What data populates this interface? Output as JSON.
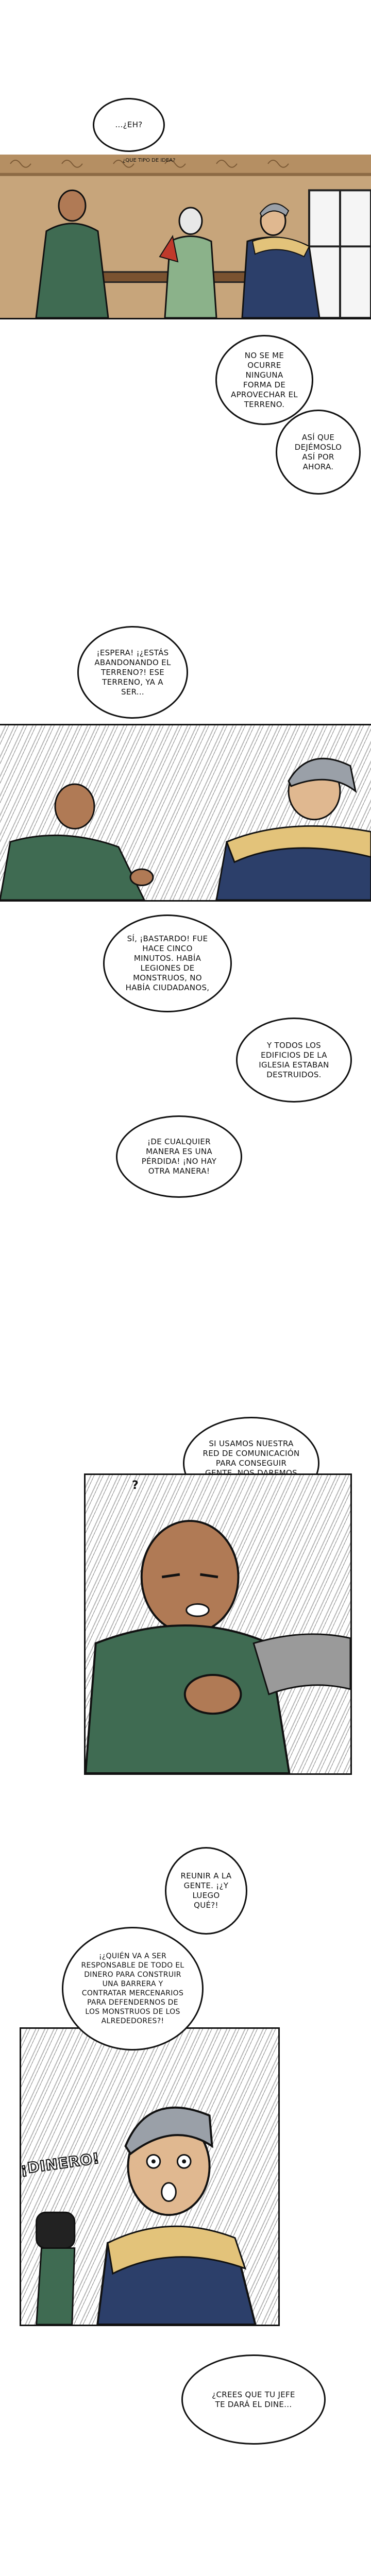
{
  "bubbles": {
    "b1": "...¿EH?",
    "b1_small": "¿QUE TIPO DE IDEA?",
    "b2": "NO SE ME OCURRE NINGUNA FORMA DE APROVECHAR EL TERRENO.",
    "b3": "ASÍ QUE DEJÉMOSLO ASÍ POR AHORA.",
    "b4": "¡ESPERA! ¡¿ESTÁS ABANDONANDO EL TERRENO?! ESE TERRENO, YA A SER...",
    "b5": "SÍ, ¡BASTARDO! FUE HACE CINCO MINUTOS. HABÍA LEGIONES DE MONSTRUOS, NO HABÍA CIUDADANOS,",
    "b6": "Y TODOS LOS EDIFICIOS DE LA IGLESIA ESTABAN DESTRUIDOS.",
    "b7": "¡DE CUALQUIER MANERA ES UNA PÉRDIDA! ¡NO HAY OTRA MANERA!",
    "b8": "SI USAMOS NUESTRA RED DE COMUNICACIÓN PARA CONSEGUIR GENTE, NOS DAREMOS CUENTA DE ALGO...",
    "b8_sfx": "?",
    "b9": "REUNIR A LA GENTE. ¡¿Y LUEGO QUÉ?!",
    "b10": "¡¿QUIÉN VA A SER RESPONSABLE DE TODO EL DINERO PARA CONSTRUIR UNA BARRERA Y CONTRATAR MERCENARIOS PARA DEFENDERNOS DE LOS MONSTRUOS DE LOS ALREDEDORES?!",
    "sfx_dinero": "¡DINERO!",
    "b11": "¿CREES QUE TU JEFE TE DARÁ EL DINE..."
  },
  "colors": {
    "ink": "#111111",
    "wall": "#c7a57b",
    "cloak": "#3f6b52",
    "skin": "#b07a55",
    "coat": "#2c3f6a",
    "fur": "#e3c37a"
  }
}
